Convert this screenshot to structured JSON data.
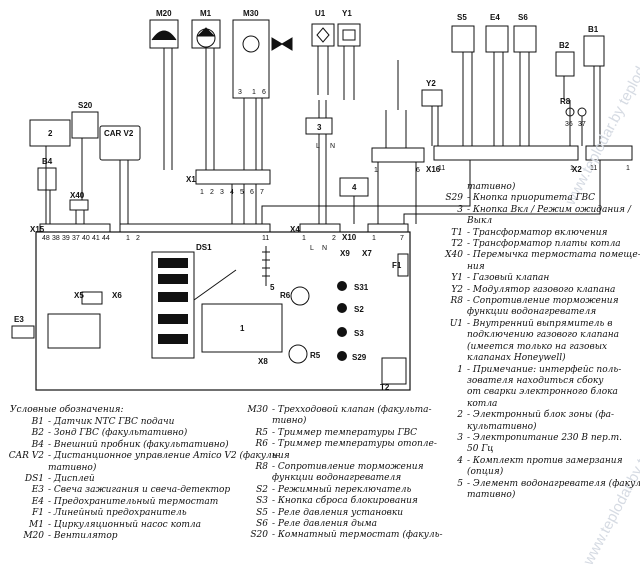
{
  "diagram": {
    "top_labels": {
      "M20": "M20",
      "M1": "M1",
      "M30": "M30",
      "U1": "U1",
      "Y1": "Y1",
      "S5": "S5",
      "E4": "E4",
      "S6": "S6",
      "B1": "B1",
      "B2": "B2",
      "S20": "S20",
      "B4": "B4",
      "X40": "X40",
      "CAR": "CAR V2",
      "E3": "E3",
      "X5": "X5",
      "X6": "X6",
      "X8": "X8",
      "X9": "X9",
      "X10": "X10",
      "X7": "X7",
      "X4": "X4",
      "X2": "X2",
      "X15": "X15",
      "X16": "X16",
      "X1": "X1",
      "R8": "R8",
      "Y2": "Y2",
      "T2": "T2",
      "F1": "F1",
      "DS1": "DS1",
      "R6": "R6",
      "R5": "R5",
      "S31": "S31",
      "S2": "S2",
      "S3": "S3",
      "S29": "S29"
    },
    "terminals": {
      "x15": [
        "48",
        "38",
        "39",
        "37",
        "40",
        "41",
        "44"
      ],
      "x1": [
        "1",
        "2",
        "3",
        "4",
        "5",
        "6",
        "7"
      ],
      "x5": [
        "1",
        "6"
      ],
      "x16": [
        "11",
        "1"
      ],
      "x2": [
        "11",
        "1"
      ],
      "x4": [
        "1",
        "2"
      ],
      "x16_pcb": [
        "1",
        "2",
        "11"
      ],
      "x2_pcb": [
        "1",
        "7"
      ],
      "r8_pins": [
        "36",
        "37"
      ],
      "mains": [
        "L",
        "N"
      ],
      "m30_pins": [
        "3",
        "1",
        "6"
      ],
      "x4_letters": [
        "L",
        "N"
      ]
    },
    "box_numbers": [
      "1",
      "2",
      "3",
      "4",
      "5"
    ]
  },
  "legend": {
    "title": "Условные обозначения:",
    "left": [
      {
        "k": "B1",
        "d": "- Датчик NTC ГВС подачи"
      },
      {
        "k": "B2",
        "d": "- Зонд ГВС (факультативно)"
      },
      {
        "k": "B4",
        "d": "- Внешний пробник (факультативно)"
      },
      {
        "k": "CAR V2",
        "d": "- Дистанционное управление Amico V2 (факуль-"
      },
      {
        "k": "",
        "d": "тативно)"
      },
      {
        "k": "DS1",
        "d": "- Дисплей"
      },
      {
        "k": "E3",
        "d": "- Свеча зажигания и свеча-детектор"
      },
      {
        "k": "E4",
        "d": "- Предохранительный термостат"
      },
      {
        "k": "F1",
        "d": "- Линейный предохранитель"
      },
      {
        "k": "M1",
        "d": "- Циркуляционный насос котла"
      },
      {
        "k": "M20",
        "d": "- Вентилятор"
      }
    ],
    "mid": [
      {
        "k": "M30",
        "d": "- Трехходовой клапан (факульта-"
      },
      {
        "k": "",
        "d": "тивно)"
      },
      {
        "k": "R5",
        "d": "- Триммер температуры ГВС"
      },
      {
        "k": "R6",
        "d": "- Триммер температуры отопле-"
      },
      {
        "k": "",
        "d": "ния"
      },
      {
        "k": "R8",
        "d": "- Сопротивление торможения"
      },
      {
        "k": "",
        "d": "функции водонагревателя"
      },
      {
        "k": "S2",
        "d": "- Режимный переключатель"
      },
      {
        "k": "S3",
        "d": "- Кнопка сброса блокирования"
      },
      {
        "k": "S5",
        "d": "- Реле давления установки"
      },
      {
        "k": "S6",
        "d": "- Реле давления дыма"
      },
      {
        "k": "S20",
        "d": "- Комнатный термостат (факуль-"
      }
    ],
    "right": [
      {
        "k": "",
        "d": "тативно)"
      },
      {
        "k": "S29",
        "d": "- Кнопка приоритета ГВС"
      },
      {
        "k": "3",
        "d": "- Кнопка Вкл / Режим ожидания /"
      },
      {
        "k": "",
        "d": "Выкл"
      },
      {
        "k": "T1",
        "d": "- Трансформатор включения"
      },
      {
        "k": "T2",
        "d": "- Трансформатор платы котла"
      },
      {
        "k": "X40",
        "d": "- Перемычка термостата помеще-"
      },
      {
        "k": "",
        "d": "ния"
      },
      {
        "k": "Y1",
        "d": "- Газовый клапан"
      },
      {
        "k": "Y2",
        "d": "- Модулятор газового клапана"
      },
      {
        "k": "R8",
        "d": "- Сопротивление торможения"
      },
      {
        "k": "",
        "d": "функции водонагревателя"
      },
      {
        "k": "U1",
        "d": "- Внутренний выпрямитель в"
      },
      {
        "k": "",
        "d": "подключению газового клапана"
      },
      {
        "k": "",
        "d": "(имеется только на газовых"
      },
      {
        "k": "",
        "d": "клапанах Honeywell)"
      },
      {
        "k": "1",
        "d": "- Примечание: интерфейс поль-"
      },
      {
        "k": "",
        "d": "зователя находиться сбоку"
      },
      {
        "k": "",
        "d": "от сварки электронного блока"
      },
      {
        "k": "",
        "d": "котла"
      },
      {
        "k": "2",
        "d": "- Электронный блок зоны (фа-"
      },
      {
        "k": "",
        "d": "культативно)"
      },
      {
        "k": "3",
        "d": "- Электропитание 230 В пер.т."
      },
      {
        "k": "",
        "d": "50 Гц"
      },
      {
        "k": "4",
        "d": "- Комплект против замерзания"
      },
      {
        "k": "",
        "d": "(опция)"
      },
      {
        "k": "5",
        "d": "- Элемент водонагревателя (факуль-"
      },
      {
        "k": "",
        "d": "тативно)"
      }
    ]
  },
  "watermark": "www.teplodar.by teplodar.by"
}
